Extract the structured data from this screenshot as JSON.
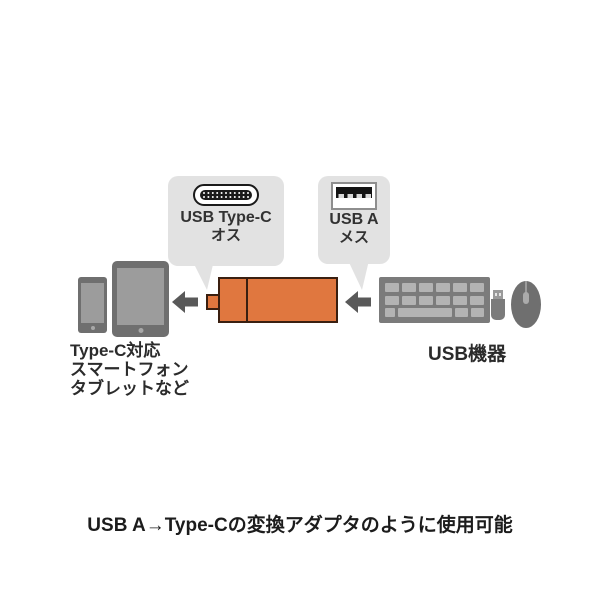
{
  "diagram": {
    "callout_type_c": {
      "title": "USB Type-C",
      "subtitle": "オス"
    },
    "callout_usb_a": {
      "title": "USB A",
      "subtitle": "メス"
    },
    "left_label_lines": [
      "Type-C対応",
      "スマートフォン",
      "タブレットなど"
    ],
    "right_label": "USB機器",
    "caption": "USB A→Type-Cの変換アダプタのように使用可能",
    "icons": {
      "usb-type-c-connector-icon": "rounded pill with two rows of pin dots",
      "usb-a-port-icon": "rectangle port with black contact bar and 4 notches",
      "smartphone-icon": "gray smartphone with screen and home button",
      "tablet-icon": "gray tablet with screen and home button",
      "arrow-left-icon": "solid dark gray left-pointing arrow",
      "keyboard-icon": "gray keyboard with light keys",
      "usb-dongle-icon": "small usb receiver dongle",
      "mouse-icon": "gray mouse with scroll wheel"
    },
    "colors": {
      "background": "#FFFFFF",
      "bubble_gray": "#E2E2E2",
      "adapter_orange": "#E0773F",
      "adapter_outline": "#3A1F10",
      "arrow_gray": "#595959",
      "device_gray": "#6F6F6F",
      "device_screen_gray": "#9C9C9C",
      "keyboard_gray": "#7B7B7B",
      "key_gray": "#B3B3B3",
      "text_dark": "#2B2B2B"
    }
  }
}
